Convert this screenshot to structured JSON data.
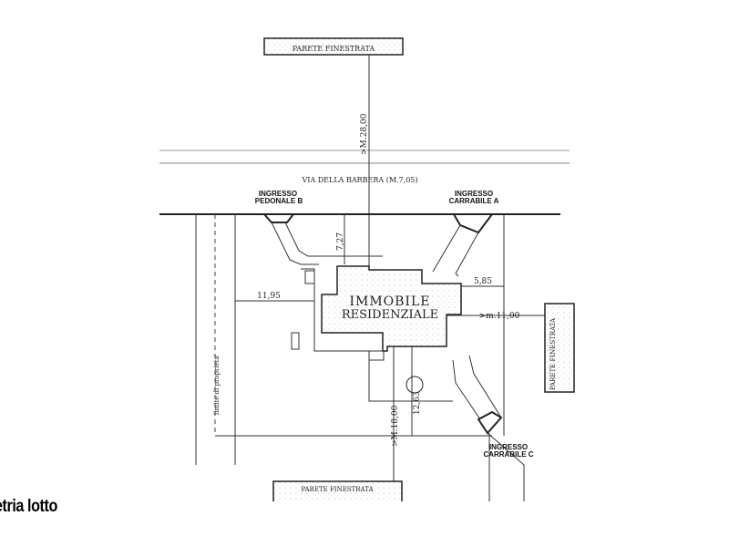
{
  "labels": {
    "parete_top": "PARETE FINESTRATA",
    "parete_right": "PARETE FINESTRATA",
    "parete_bottom": "PARETE FINESTRATA",
    "dist_top": ">M.28,00",
    "street": "VIA DELLA BARBERA (M.7,05)",
    "ingresso_b_1": "INGRESSO",
    "ingresso_b_2": "PEDONALE B",
    "ingresso_a_1": "INGRESSO",
    "ingresso_a_2": "CARRABILE A",
    "ingresso_c_1": "INGRESSO",
    "ingresso_c_2": "CARRABILE C",
    "dim_727": "7,27",
    "dim_1195": "11,95",
    "dim_585": "5,85",
    "dist_right": ">m.11,00",
    "building_1": "IMMOBILE",
    "building_2": "RESIDENZIALE",
    "property_limit": "limite di proprieta'",
    "dim_1263": "12,63",
    "dist_bottom": ">M.18,00"
  },
  "caption": "etria lotto"
}
